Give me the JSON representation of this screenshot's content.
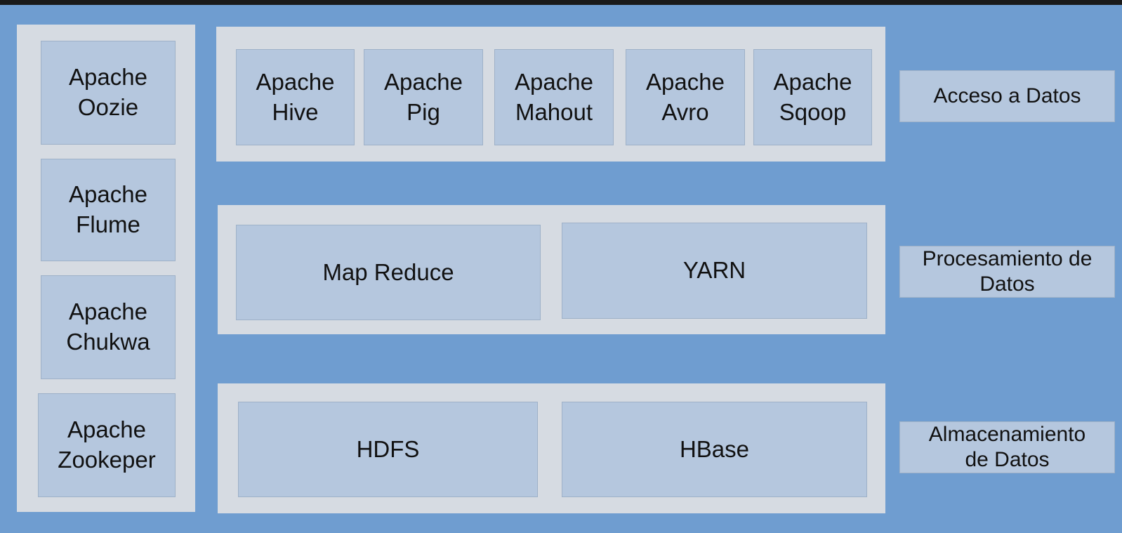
{
  "side_tools": [
    {
      "label": "Apache\nOozie"
    },
    {
      "label": "Apache\nFlume"
    },
    {
      "label": "Apache\nChukwa"
    },
    {
      "label": "Apache\nZookeper"
    }
  ],
  "access_layer": {
    "items": [
      {
        "label": "Apache\nHive"
      },
      {
        "label": "Apache\nPig"
      },
      {
        "label": "Apache\nMahout"
      },
      {
        "label": "Apache\nAvro"
      },
      {
        "label": "Apache\nSqoop"
      }
    ],
    "caption": "Acceso a Datos"
  },
  "processing_layer": {
    "items": [
      {
        "label": "Map Reduce"
      },
      {
        "label": "YARN"
      }
    ],
    "caption": "Procesamiento de\nDatos"
  },
  "storage_layer": {
    "items": [
      {
        "label": "HDFS"
      },
      {
        "label": "HBase"
      }
    ],
    "caption": "Almacenamiento\nde Datos"
  }
}
